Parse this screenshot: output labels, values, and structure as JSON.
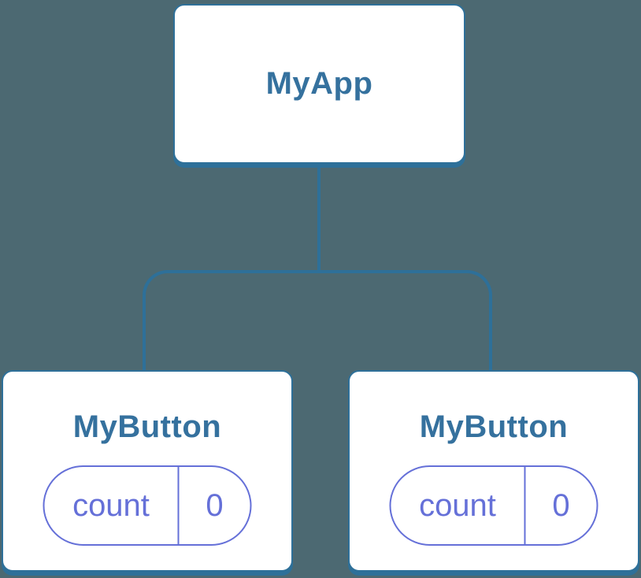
{
  "diagram": {
    "type": "component-tree",
    "colors": {
      "background": "#4C6972",
      "node_fill": "#FFFFFF",
      "node_border": "#2E7099",
      "connector": "#2E7099",
      "node_label_text": "#35719E",
      "state_accent": "#6570D8"
    },
    "root": {
      "label": "MyApp"
    },
    "children": [
      {
        "label": "MyButton",
        "state": {
          "key": "count",
          "value": "0"
        }
      },
      {
        "label": "MyButton",
        "state": {
          "key": "count",
          "value": "0"
        }
      }
    ]
  }
}
